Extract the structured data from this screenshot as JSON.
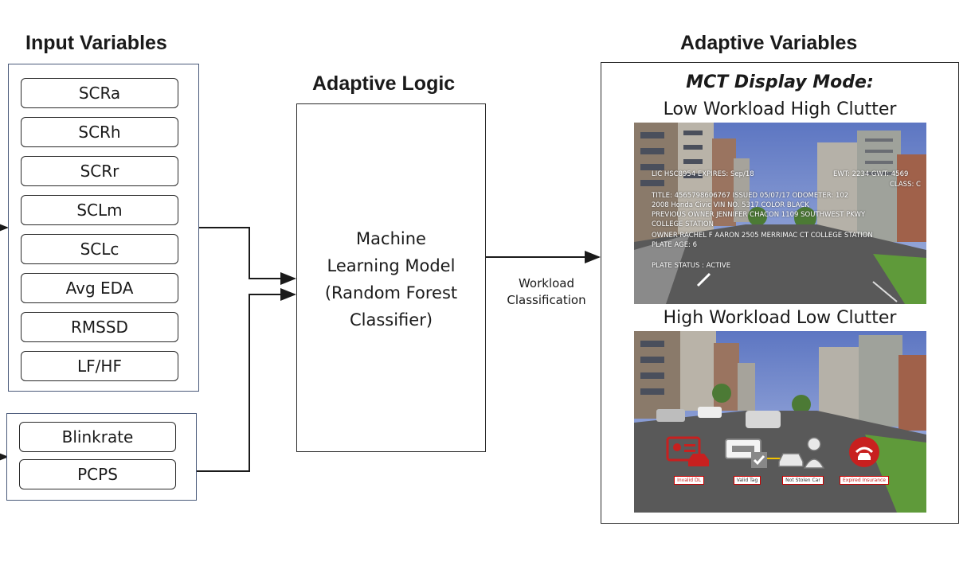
{
  "top_fragment": "",
  "input_variables": {
    "heading": "Input Variables",
    "group1": [
      "SCRa",
      "SCRh",
      "SCRr",
      "SCLm",
      "SCLc",
      "Avg EDA",
      "RMSSD",
      "LF/HF"
    ],
    "group2": [
      "Blinkrate",
      "PCPS"
    ]
  },
  "adaptive_logic": {
    "heading": "Adaptive Logic",
    "lines": [
      "Machine",
      "Learning Model",
      "(Random Forest",
      "Classifier)"
    ]
  },
  "connector": {
    "label_lines": [
      "Workload",
      "Classification"
    ]
  },
  "adaptive_variables": {
    "heading": "Adaptive Variables",
    "mode_title": "MCT Display Mode:",
    "scene1": {
      "title": "Low Workload High Clutter",
      "overlay": {
        "lic": "LIC HSC8954 EXPIRES: Sep/18",
        "weights": "EWT: 2234 GWT: 4569",
        "class": "CLASS: C",
        "title_line": "TITLE: 4565798606767 ISSUED 05/07/17 ODOMETER: 102",
        "vehicle": "2008 Honda Civic VIN NO. 5317 COLOR BLACK",
        "prev_owner": "PREVIOUS OWNER JENNIFER CHACON 1109 SOUTHWEST PKWY",
        "prev_city": "COLLEGE STATION",
        "owner": "OWNER RACHEL F AARON 2505 MERRIMAC CT COLLEGE STATION",
        "plate_age": "PLATE AGE: 6",
        "plate_status": "PLATE STATUS : ACTIVE"
      }
    },
    "scene2": {
      "title": "High Workload Low Clutter",
      "icons": [
        {
          "label": "Invalid DL",
          "icon": "license-car-icon"
        },
        {
          "label": "Valid Tag",
          "icon": "tag-check-icon"
        },
        {
          "label": "Not Stolen Car",
          "icon": "car-person-icon"
        },
        {
          "label": "Expired Insurance",
          "icon": "insurance-icon"
        }
      ]
    }
  },
  "colors": {
    "sky": "#6f86c9",
    "road": "#5a5a5a",
    "grass": "#5f9a3a",
    "alert_red": "#c8201f"
  }
}
